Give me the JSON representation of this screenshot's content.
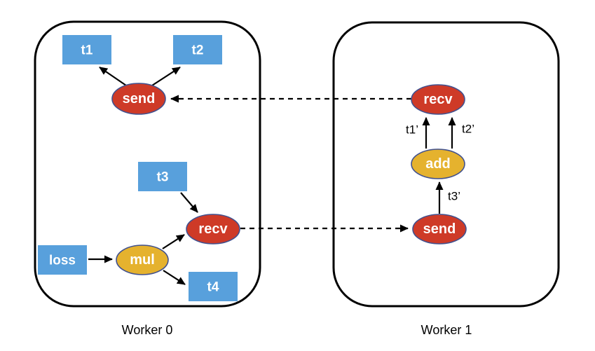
{
  "workers": [
    {
      "label": "Worker 0"
    },
    {
      "label": "Worker 1"
    }
  ],
  "worker0": {
    "t1": "t1",
    "t2": "t2",
    "t3": "t3",
    "t4": "t4",
    "loss": "loss",
    "send": "send",
    "recv": "recv",
    "mul": "mul"
  },
  "worker1": {
    "recv": "recv",
    "add": "add",
    "send": "send",
    "t1_prime": "t1’",
    "t2_prime": "t2’",
    "t3_prime": "t3’"
  },
  "colors": {
    "tensor_fill": "#58A0DC",
    "op_red_fill": "#CE3A27",
    "op_yellow_fill": "#E5B22E",
    "ellipse_border": "#41518F",
    "node_text": "#FFFFFF",
    "line": "#000000",
    "label_text": "#000000",
    "background": "#FFFFFF"
  }
}
